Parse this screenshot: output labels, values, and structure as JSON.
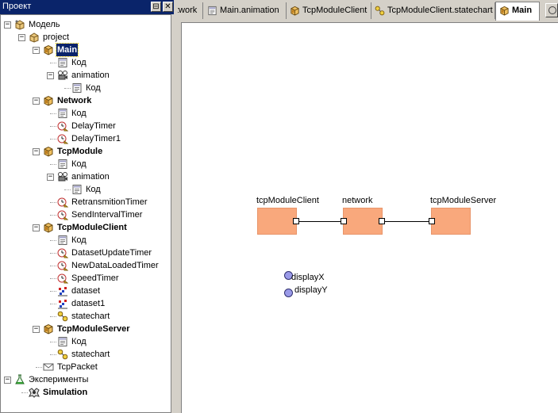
{
  "panel": {
    "title": "Проект",
    "pin_glyph": "⊟",
    "close_glyph": "✕"
  },
  "tree": [
    {
      "label": "Модель",
      "icon": "model-icon",
      "bold": false,
      "expanded": true
    },
    {
      "label": "project",
      "icon": "package-icon",
      "bold": false,
      "expanded": true
    },
    {
      "label": "Main",
      "icon": "active-object-icon",
      "bold": true,
      "selected": true,
      "expanded": true
    },
    {
      "label": "Код",
      "icon": "code-icon"
    },
    {
      "label": "animation",
      "icon": "animation-icon",
      "expanded": true
    },
    {
      "label": "Код",
      "icon": "code-icon"
    },
    {
      "label": "Network",
      "icon": "active-object-icon",
      "bold": true,
      "expanded": true
    },
    {
      "label": "Код",
      "icon": "code-icon"
    },
    {
      "label": "DelayTimer",
      "icon": "timer-icon"
    },
    {
      "label": "DelayTimer1",
      "icon": "timer-icon"
    },
    {
      "label": "TcpModule",
      "icon": "active-object-icon",
      "bold": true,
      "expanded": true
    },
    {
      "label": "Код",
      "icon": "code-icon"
    },
    {
      "label": "animation",
      "icon": "animation-icon",
      "expanded": true
    },
    {
      "label": "Код",
      "icon": "code-icon"
    },
    {
      "label": "RetransmitionTimer",
      "icon": "timer-icon"
    },
    {
      "label": "SendIntervalTimer",
      "icon": "timer-icon"
    },
    {
      "label": "TcpModuleClient",
      "icon": "active-object-icon",
      "bold": true,
      "expanded": true
    },
    {
      "label": "Код",
      "icon": "code-icon"
    },
    {
      "label": "DatasetUpdateTimer",
      "icon": "timer-icon"
    },
    {
      "label": "NewDataLoadedTimer",
      "icon": "timer-icon"
    },
    {
      "label": "SpeedTimer",
      "icon": "timer-icon"
    },
    {
      "label": "dataset",
      "icon": "dataset-icon"
    },
    {
      "label": "dataset1",
      "icon": "dataset-icon"
    },
    {
      "label": "statechart",
      "icon": "statechart-icon"
    },
    {
      "label": "TcpModuleServer",
      "icon": "active-object-icon",
      "bold": true,
      "expanded": true
    },
    {
      "label": "Код",
      "icon": "code-icon"
    },
    {
      "label": "statechart",
      "icon": "statechart-icon"
    },
    {
      "label": "TcpPacket",
      "icon": "message-icon"
    },
    {
      "label": "Эксперименты",
      "icon": "experiments-icon",
      "expanded": true
    },
    {
      "label": "Simulation",
      "icon": "simulation-icon",
      "bold": true
    }
  ],
  "tabs": [
    {
      "label": "twork",
      "icon": "",
      "active": false
    },
    {
      "label": "Main.animation",
      "icon": "code-icon",
      "active": false
    },
    {
      "label": "TcpModuleClient",
      "icon": "active-object-icon",
      "active": false
    },
    {
      "label": "TcpModuleClient.statechart",
      "icon": "statechart-icon",
      "active": false
    },
    {
      "label": "Main",
      "icon": "active-object-icon",
      "active": true
    }
  ],
  "canvas": {
    "nodes": [
      {
        "label": "tcpModuleClient"
      },
      {
        "label": "network"
      },
      {
        "label": "tcpModuleServer"
      }
    ],
    "variables": [
      {
        "label": "displayX"
      },
      {
        "label": "displayY"
      }
    ]
  },
  "colors": {
    "node_fill": "#f9a87c",
    "selection": "#0a246a",
    "variable_fill": "#9a9ae8"
  }
}
